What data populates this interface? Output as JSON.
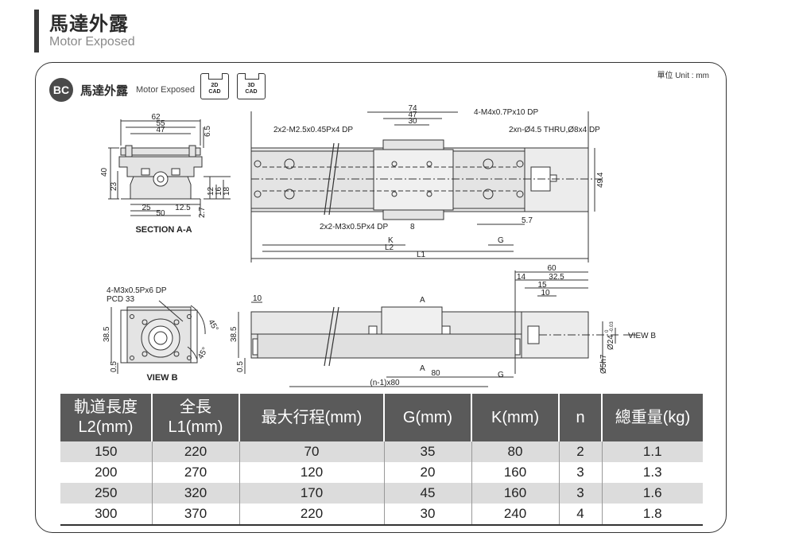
{
  "header": {
    "title_zh": "馬達外露",
    "title_en": "Motor Exposed"
  },
  "section": {
    "unit": "單位 Unit : mm",
    "badge": "BC",
    "name_zh": "馬達外露",
    "name_en": "Motor Exposed",
    "cad2d": [
      "2D",
      "CAD"
    ],
    "cad3d": [
      "3D",
      "CAD"
    ]
  },
  "drawing": {
    "section_dims": {
      "d62": "62",
      "d55": "55",
      "d47": "47",
      "d65": "6.5",
      "d40": "40",
      "d23": "23",
      "d12": "12",
      "d16": "16",
      "d18": "18",
      "d25": "25",
      "d125": "12.5",
      "d50": "50",
      "d27": "2.7",
      "caption": "SECTION A-A"
    },
    "top_view": {
      "d74": "74",
      "d47": "47",
      "d30": "30",
      "note1": "4-M4x0.7Px10 DP",
      "note2": "2x2-M2.5x0.45Px4 DP",
      "note3": "2xn-Ø4.5 THRU,Ø8x4 DP",
      "d494": "49.4",
      "note4": "2x2-M3x0.5Px4 DP",
      "d8": "8",
      "d57": "5.7",
      "K": "K",
      "G": "G",
      "L2": "L2",
      "L1": "L1"
    },
    "view_b": {
      "note": "4-M3x0.5Px6 DP",
      "pcd": "PCD 33",
      "d385": "38.5",
      "d05": "0.5",
      "a45a": "45°",
      "a45b": "45°",
      "caption": "VIEW B"
    },
    "side_view": {
      "d10": "10",
      "A1": "A",
      "A2": "A",
      "d385": "38.5",
      "d05": "0.5",
      "d60": "60",
      "d14": "14",
      "d325": "32.5",
      "d15": "15",
      "d10b": "10",
      "d80": "80",
      "G": "G",
      "pitch": "(n-1)x80",
      "viewb": "VIEW B",
      "shaft": "Ø24",
      "tol_u": "0",
      "tol_l": "-0.03",
      "d5h7": "Ø5h7"
    }
  },
  "spec_table": {
    "headers": [
      [
        "軌道長度",
        "L2(mm)"
      ],
      [
        "全長",
        "L1(mm)"
      ],
      [
        "最大行程(mm)"
      ],
      [
        "G(mm)"
      ],
      [
        "K(mm)"
      ],
      [
        "n"
      ],
      [
        "總重量(kg)"
      ]
    ],
    "rows": [
      [
        "150",
        "220",
        "70",
        "35",
        "80",
        "2",
        "1.1"
      ],
      [
        "200",
        "270",
        "120",
        "20",
        "160",
        "3",
        "1.3"
      ],
      [
        "250",
        "320",
        "170",
        "45",
        "160",
        "3",
        "1.6"
      ],
      [
        "300",
        "370",
        "220",
        "30",
        "240",
        "4",
        "1.8"
      ]
    ]
  },
  "colors": {
    "header_bg": "#5a5a5a",
    "row_alt": "#dcdcdc",
    "drawing_fill": "#e4e4e4",
    "line": "#333333"
  }
}
